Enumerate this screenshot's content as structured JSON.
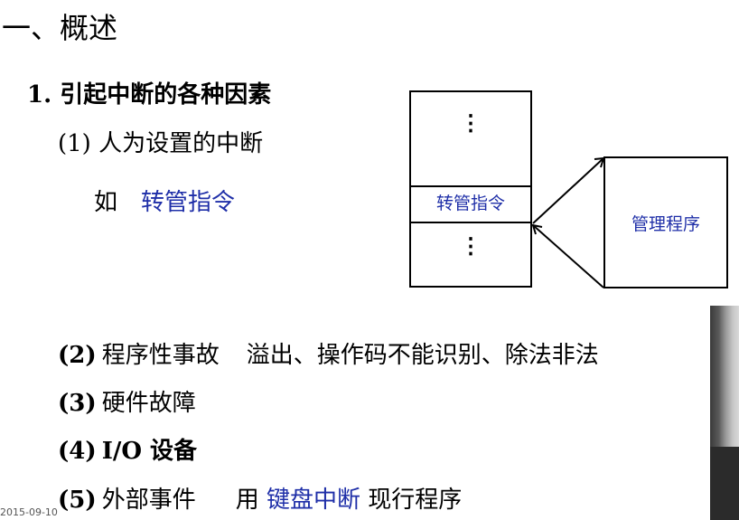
{
  "heading": "一、概述",
  "section1": {
    "title": "1. 引起中断的各种因素",
    "item1": "(1) 人为设置的中断",
    "example_prefix": "如",
    "example_term": "转管指令"
  },
  "diagram": {
    "stack_dots": "⋮",
    "stack_label": "转管指令",
    "handler_label": "管理程序"
  },
  "items": [
    {
      "num": "(2)",
      "label": "程序性事故",
      "detail": "溢出、操作码不能识别、除法非法"
    },
    {
      "num": "(3)",
      "label": "硬件故障"
    },
    {
      "num": "(4)",
      "label": "I/O 设备"
    },
    {
      "num": "(5)",
      "label": "外部事件",
      "detail_pre": "用",
      "detail_term": "键盘中断",
      "detail_post": "现行程序"
    }
  ],
  "footer_date": "2015-09-10"
}
